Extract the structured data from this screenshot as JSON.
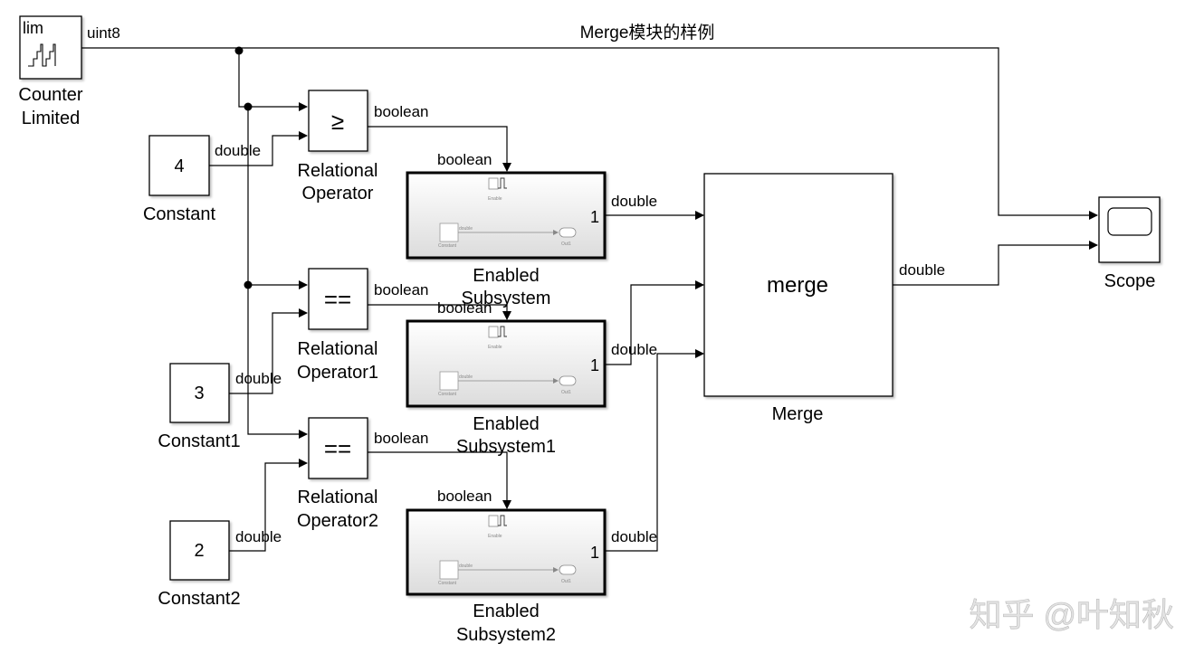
{
  "title": "Merge模块的样例",
  "watermark": "知乎 @叶知秋",
  "blocks": {
    "counter": {
      "name1": "Counter",
      "name2": "Limited",
      "icon_text": "lim",
      "out_type": "uint8"
    },
    "constant": {
      "value": "4",
      "name": "Constant",
      "out_type": "double"
    },
    "constant1": {
      "value": "3",
      "name": "Constant1",
      "out_type": "double"
    },
    "constant2": {
      "value": "2",
      "name": "Constant2",
      "out_type": "double"
    },
    "relop": {
      "symbol": "≥",
      "name1": "Relational",
      "name2": "Operator",
      "out_type": "boolean"
    },
    "relop1": {
      "symbol": "==",
      "name1": "Relational",
      "name2": "Operator1",
      "out_type": "boolean"
    },
    "relop2": {
      "symbol": "==",
      "name1": "Relational",
      "name2": "Operator2",
      "out_type": "boolean"
    },
    "es": {
      "name1": "Enabled",
      "name2": "Subsystem",
      "in_type": "boolean",
      "port": "1",
      "out_type": "double"
    },
    "es1": {
      "name1": "Enabled",
      "name2": "Subsystem1",
      "in_type": "boolean",
      "port": "1",
      "out_type": "double"
    },
    "es2": {
      "name1": "Enabled",
      "name2": "Subsystem2",
      "in_type": "boolean",
      "port": "1",
      "out_type": "double"
    },
    "merge": {
      "icon_text": "merge",
      "name": "Merge",
      "out_type": "double"
    },
    "scope": {
      "name": "Scope"
    }
  },
  "subsystem_inner": {
    "enable": "Enable",
    "constant": "Constant",
    "signal": "double",
    "out": "Out1"
  }
}
